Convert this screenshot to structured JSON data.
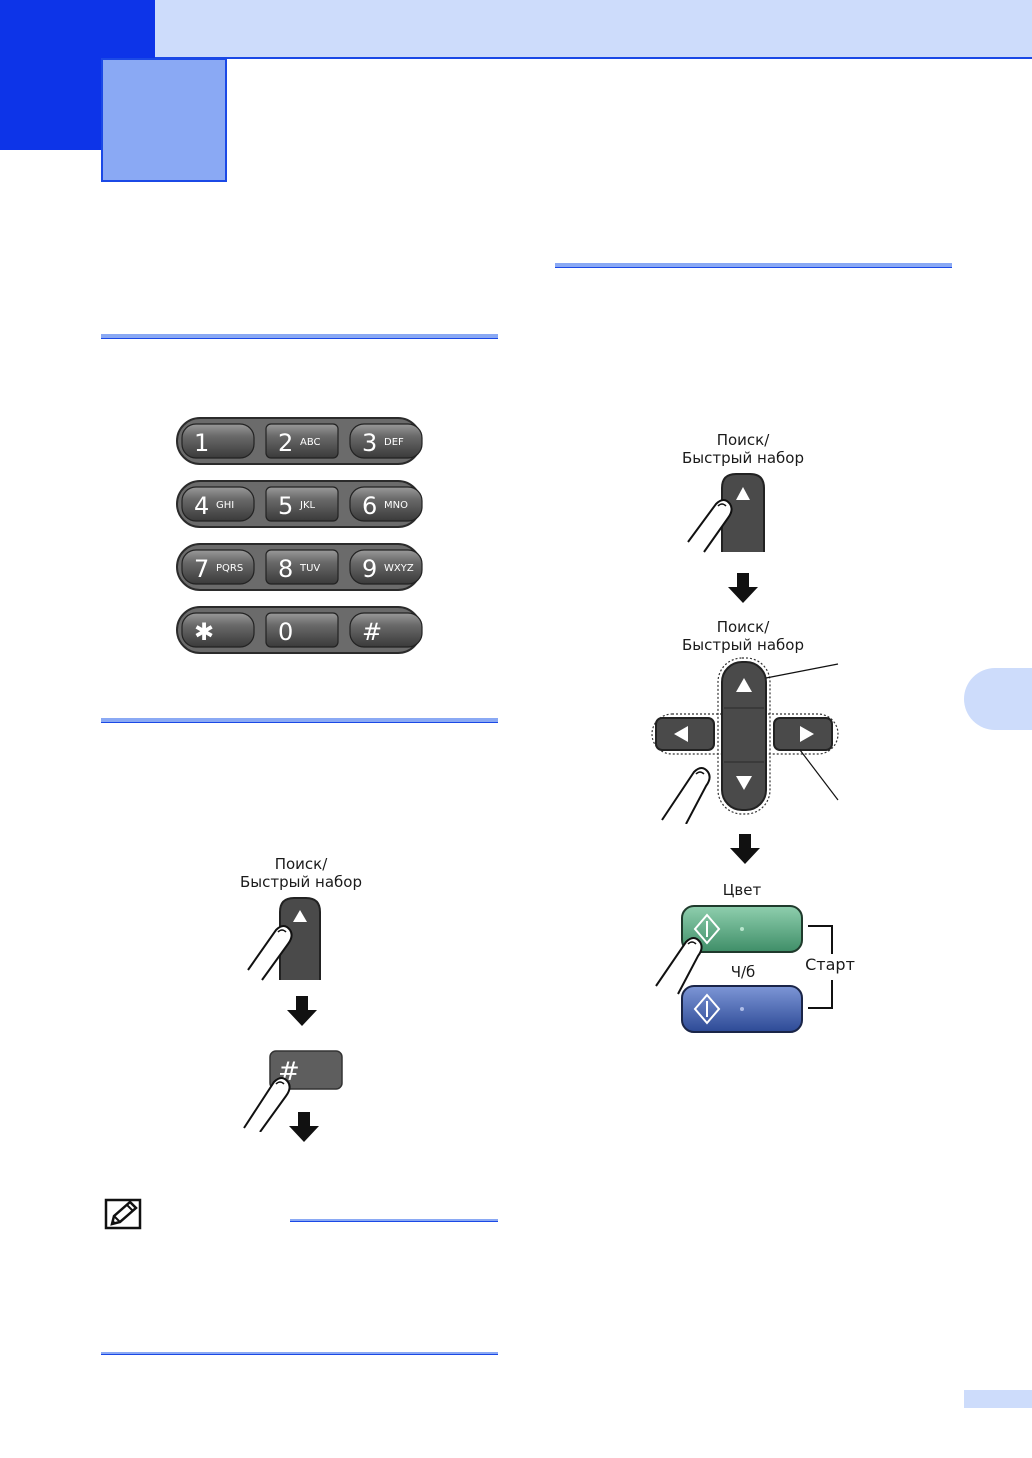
{
  "keypad": {
    "keys": [
      {
        "digit": "1",
        "letters": ""
      },
      {
        "digit": "2",
        "letters": "ABC"
      },
      {
        "digit": "3",
        "letters": "DEF"
      },
      {
        "digit": "4",
        "letters": "GHI"
      },
      {
        "digit": "5",
        "letters": "JKL"
      },
      {
        "digit": "6",
        "letters": "MNO"
      },
      {
        "digit": "7",
        "letters": "PQRS"
      },
      {
        "digit": "8",
        "letters": "TUV"
      },
      {
        "digit": "9",
        "letters": "WXYZ"
      },
      {
        "digit": "✱",
        "letters": ""
      },
      {
        "digit": "0",
        "letters": ""
      },
      {
        "digit": "#",
        "letters": ""
      }
    ]
  },
  "search_label_line1": "Поиск/",
  "search_label_line2": "Быстрый набор",
  "hash_key": "#",
  "color_label": "Цвет",
  "bw_label": "Ч/б",
  "start_label": "Старт",
  "colors": {
    "accent_dark": "#0d34e8",
    "accent_light": "#cddcfb",
    "accent_mid": "#8aa9f4",
    "button_green": "#4fa07a",
    "button_blue": "#3a5cab"
  }
}
